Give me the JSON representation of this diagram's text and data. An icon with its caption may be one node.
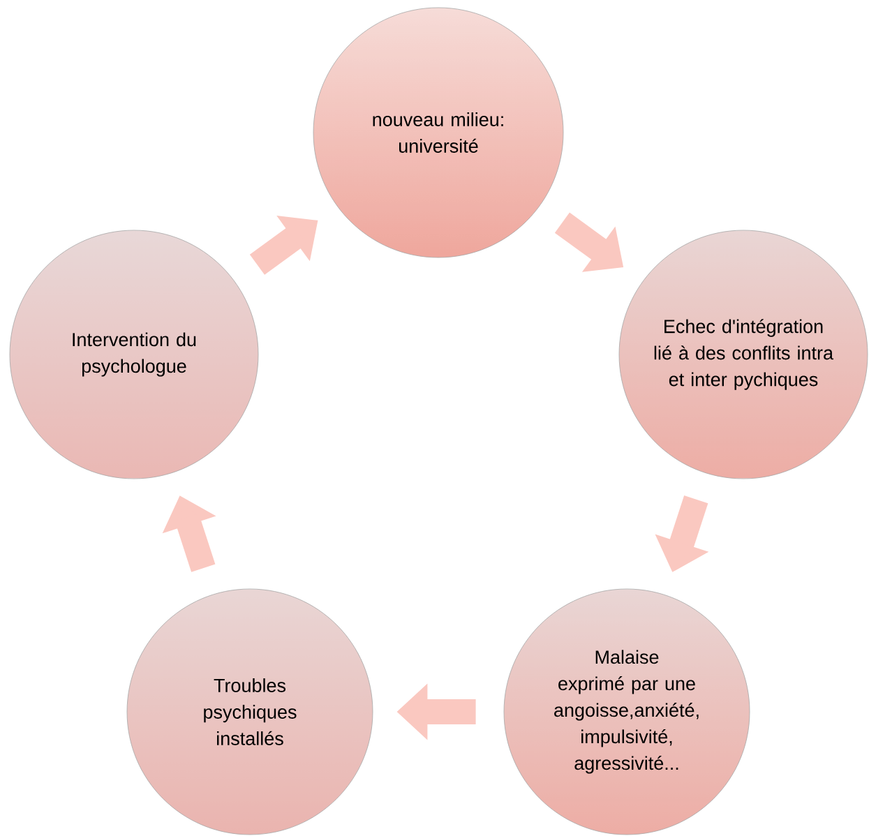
{
  "diagram": {
    "nodes": [
      {
        "text": [
          "nouveau milieu: université"
        ]
      },
      {
        "text": [
          "Echec d'intégration lié à des  conflits intra et inter pychiques"
        ]
      },
      {
        "text": [
          "Malaise exprimé par une angoisse,anxiété, impulsivité, agressivité..."
        ]
      },
      {
        "text": [
          "Troubles psychiques installés"
        ]
      },
      {
        "text": [
          "Intervention du psychologue"
        ]
      }
    ],
    "edges": [
      {
        "from": 0,
        "to": 1,
        "arrow": "to"
      },
      {
        "from": 1,
        "to": 2,
        "arrow": "to"
      },
      {
        "from": 2,
        "to": 3,
        "arrow": "to"
      },
      {
        "from": 3,
        "to": 4,
        "arrow": "to"
      },
      {
        "from": 4,
        "to": 0,
        "arrow": "to"
      }
    ]
  }
}
